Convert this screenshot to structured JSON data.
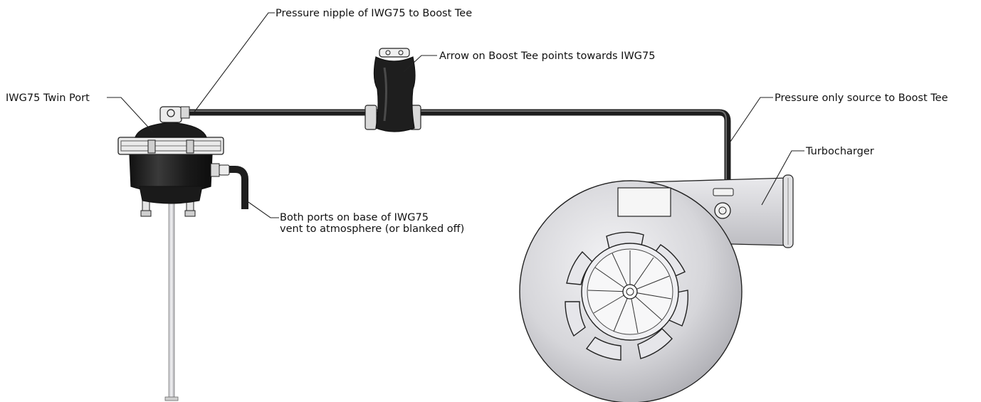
{
  "labels": {
    "pressure_nipple": "Pressure nipple of IWG75 to Boost Tee",
    "arrow_boost_tee": "Arrow on Boost Tee points towards IWG75",
    "iwg75_twin_port": "IWG75 Twin Port",
    "pressure_source": "Pressure only source to Boost Tee",
    "turbocharger": "Turbocharger",
    "base_ports_line1": "Both ports on base of IWG75",
    "base_ports_line2": "vent to atmosphere (or blanked off)"
  },
  "colors": {
    "line": "#222222",
    "hose": "#2e2e2e",
    "actuator_dark": "#1c1c1c",
    "metal_light": "#e2e2e2",
    "turbo_body": "#d8d8dc"
  }
}
